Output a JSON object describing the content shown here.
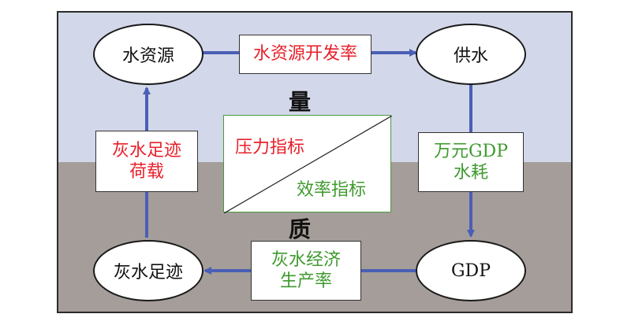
{
  "nodes": {
    "water_resources": "水资源",
    "water_supply": "供水",
    "gdp": "GDP",
    "grey_water": "灰水足迹"
  },
  "boxes": {
    "development_rate": "水资源开发率",
    "water_use_line1": "万元GDP",
    "water_use_line2": "水耗",
    "production_line1": "灰水经济",
    "production_line2": "生产率",
    "load_line1": "灰水足迹",
    "load_line2": "荷载"
  },
  "regions": {
    "quantity": "量",
    "quality": "质"
  },
  "legend": {
    "pressure": "压力指标",
    "efficiency": "效率指标"
  },
  "colors": {
    "top_band": "#d3d7ea",
    "bottom_band": "#a59d99",
    "arrow": "#4a5fb5",
    "pressure_text": "#e8202a",
    "efficiency_text": "#3f9a2e"
  }
}
